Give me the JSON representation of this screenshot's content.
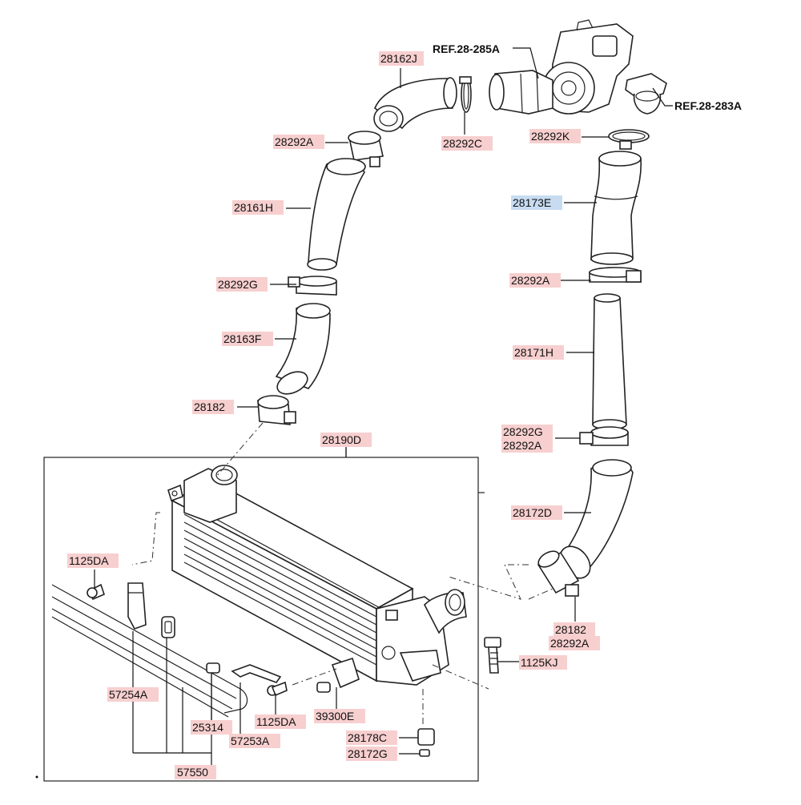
{
  "colors": {
    "label_bg": "#f7cfcf",
    "highlight_bg": "#c7dcf1",
    "ink": "#111111"
  },
  "diagram": {
    "references": [
      {
        "id": "ref1",
        "text": "REF.28-285A"
      },
      {
        "id": "ref2",
        "text": "REF.28-283A"
      }
    ],
    "labels": [
      {
        "id": "l1",
        "text": "28162J"
      },
      {
        "id": "l2",
        "text": "28292A"
      },
      {
        "id": "l3",
        "text": "28292C"
      },
      {
        "id": "l4",
        "text": "28292K"
      },
      {
        "id": "l5",
        "text": "28173E",
        "highlight": true
      },
      {
        "id": "l6",
        "text": "28161H"
      },
      {
        "id": "l7",
        "text": "28292G"
      },
      {
        "id": "l8",
        "text": "28292A"
      },
      {
        "id": "l9",
        "text": "28163F"
      },
      {
        "id": "l10",
        "text": "28171H"
      },
      {
        "id": "l11",
        "text": "28182"
      },
      {
        "id": "l12",
        "text": "28190D"
      },
      {
        "id": "l13",
        "text": "28292G"
      },
      {
        "id": "l14",
        "text": "28292A"
      },
      {
        "id": "l15",
        "text": "28172D"
      },
      {
        "id": "l16",
        "text": "1125DA"
      },
      {
        "id": "l17",
        "text": "28182"
      },
      {
        "id": "l18",
        "text": "28292A"
      },
      {
        "id": "l19",
        "text": "1125KJ"
      },
      {
        "id": "l20",
        "text": "57254A"
      },
      {
        "id": "l21",
        "text": "25314"
      },
      {
        "id": "l22",
        "text": "1125DA"
      },
      {
        "id": "l23",
        "text": "39300E"
      },
      {
        "id": "l24",
        "text": "57253A"
      },
      {
        "id": "l25",
        "text": "28178C"
      },
      {
        "id": "l26",
        "text": "28172G"
      },
      {
        "id": "l27",
        "text": "57550"
      }
    ]
  }
}
